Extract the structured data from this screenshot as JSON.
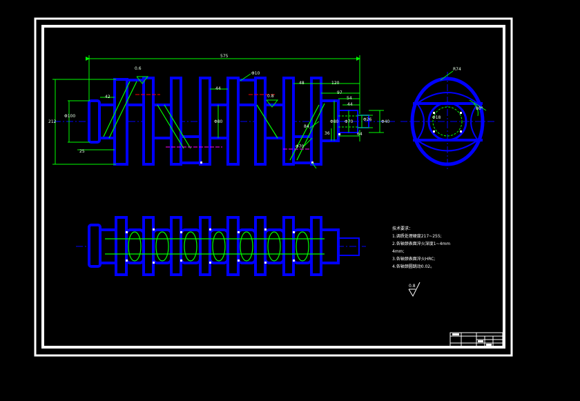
{
  "drawing": {
    "front_view": {
      "overall_length": "575",
      "roughness_left": "0.6",
      "roughness_mid": "0.8",
      "dia_pin_hole": "Φ10",
      "len_42": "42",
      "len_44": "44",
      "len_48": "48",
      "len_120": "120",
      "len_97": "97",
      "len_54": "54",
      "len_44_right": "44",
      "dia_100": "Φ100",
      "height_212": "212",
      "len_25": "25",
      "dia_80": "Φ80",
      "dia_80_right": "Φ80",
      "dia_70": "Φ70",
      "dia_26": "Φ26",
      "dia_40": "Φ40",
      "len_84": "84",
      "len_36": "36",
      "len_64": "64",
      "dia_70_lower": "Φ70"
    },
    "side_view": {
      "radius": "R74",
      "angle": "80°",
      "dia_bore": "Φ18"
    },
    "technical_requirements": {
      "heading": "技术要求：",
      "lines": [
        "1.调质处理硬度217~255;",
        "2.各轴颈表面淬火深度1~4mm",
        "4mm;",
        "3.各轴颈表面淬火HRC;",
        "4.各轴颈圆跳动0.02。"
      ]
    },
    "bottom_roughness": "0.8"
  },
  "colors": {
    "background": "#000000",
    "frame": "#ffffff",
    "part_outline": "#0000ff",
    "dimension": "#00ff00",
    "centerline": "#ff0000"
  }
}
